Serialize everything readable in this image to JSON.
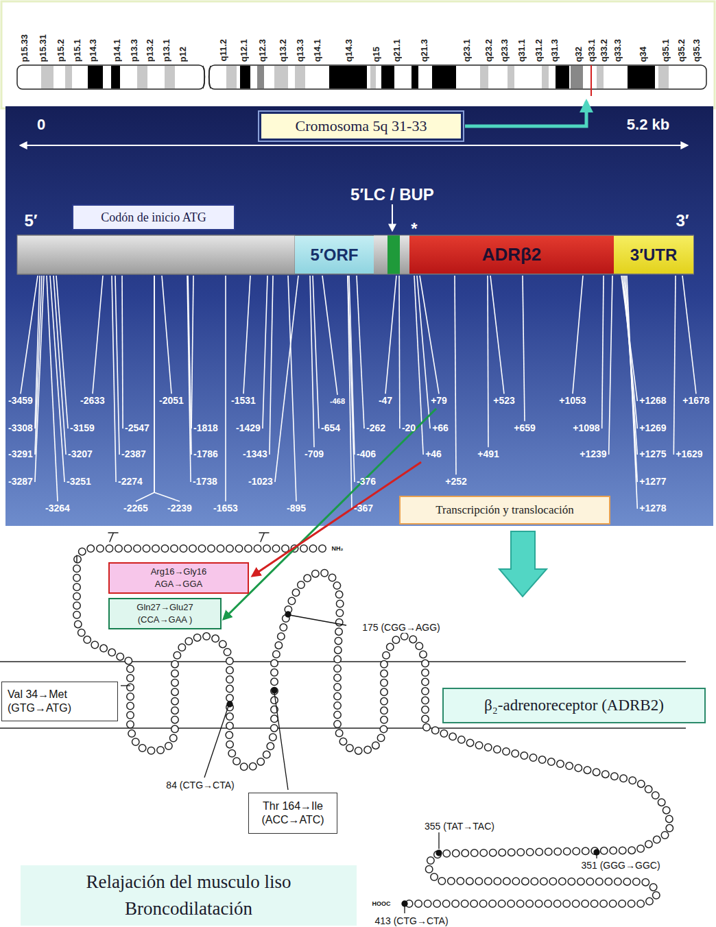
{
  "diagram": {
    "nodes": [
      {
        "text": [
          "Cromosoma 5q 31-33"
        ]
      },
      {
        "text": [
          "Codón de inicio ATG"
        ]
      },
      {
        "text": [
          "5′ORF"
        ]
      },
      {
        "text": [
          "ADRβ2"
        ]
      },
      {
        "text": [
          "3′UTR"
        ]
      },
      {
        "text": [
          "Transcripción y translocación"
        ]
      },
      {
        "text": [
          "Arg16→Gly16",
          "AGA→GGA"
        ]
      },
      {
        "text": [
          "Gln27→Glu27",
          "(CCA→GAA )"
        ]
      },
      {
        "text": [
          "Val 34→Met",
          "(GTG→ATG)"
        ]
      },
      {
        "text": [
          "Thr 164→Ile",
          "(ACC→ATC)"
        ]
      },
      {
        "text": [
          "β₂-adrenoreceptor (ADRB2)"
        ]
      },
      {
        "text": [
          "Relajación  del musculo liso",
          "Broncodilatación"
        ]
      }
    ],
    "labels": [
      "p15.33",
      "p15.31",
      "p15.2",
      "p15.1",
      "p14.3",
      "p14.1",
      "p13.3",
      "p13.2",
      "p13.1",
      "p12",
      "q11.2",
      "q12.1",
      "q12.3",
      "q13.2",
      "q13.3",
      "q14.1",
      "q14.3",
      "q15",
      "q21.1",
      "q21.3",
      "q23.1",
      "q23.2",
      "q23.3",
      "q31.1",
      "q31.2",
      "q31.3",
      "q32",
      "q33.1",
      "q33.2",
      "q33.3",
      "q34",
      "q35.1",
      "q35.2",
      "q35.3",
      "0",
      "5.2 kb",
      "5′",
      "3′",
      "5′LC / BUP",
      "*",
      "-3459",
      "-3308",
      "-3291",
      "-3287",
      "-3264",
      "-3159",
      "-3207",
      "-3251",
      "-2633",
      "-2547",
      "-2387",
      "-2274",
      "-2265",
      "-2239",
      "-2051",
      "-1818",
      "-1786",
      "-1738",
      "-1653",
      "-1531",
      "-1429",
      "-1343",
      "-1023",
      "-895",
      "-709",
      "-468",
      "-654",
      "-406",
      "-376",
      "-367",
      "-262",
      "-47",
      "-20",
      "+79",
      "+66",
      "+46",
      "+252",
      "+523",
      "+491",
      "+659",
      "+1053",
      "+1098",
      "+1239",
      "+1268",
      "+1269",
      "+1275",
      "+1277",
      "+1278",
      "+1678",
      "+1629",
      "NH₂",
      "175 (CGG→AGG)",
      "84 (CTG→CTA)",
      "355 (TAT→TAC)",
      "351 (GGG→GGC)",
      "413 (CTG→CTA)",
      "HOOC"
    ]
  }
}
